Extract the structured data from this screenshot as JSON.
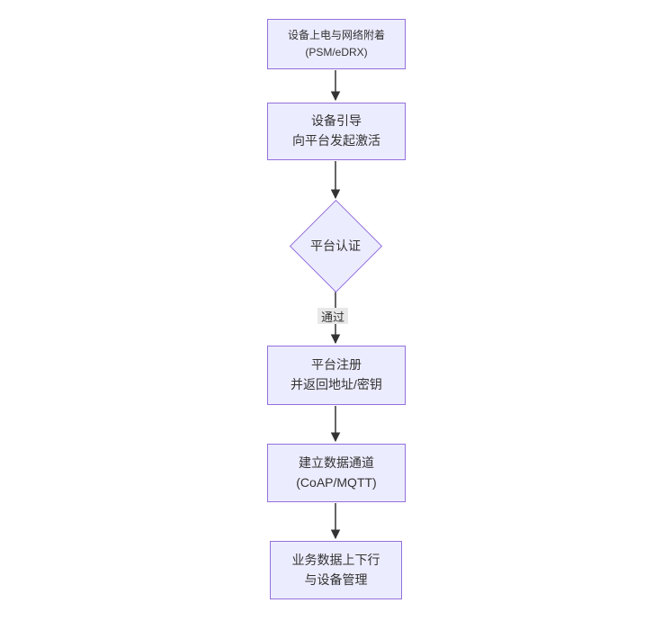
{
  "diagram": {
    "type": "flowchart",
    "direction": "top-down",
    "nodes": [
      {
        "id": "power-attach",
        "shape": "rect",
        "line1": "设备上电与网络附着",
        "line2": "(PSM/eDRX)"
      },
      {
        "id": "bootstrap",
        "shape": "rect",
        "line1": "设备引导",
        "line2": "向平台发起激活"
      },
      {
        "id": "platform-auth",
        "shape": "diamond",
        "line1": "平台认证",
        "line2": ""
      },
      {
        "id": "register",
        "shape": "rect",
        "line1": "平台注册",
        "line2": "并返回地址/密钥"
      },
      {
        "id": "data-channel",
        "shape": "rect",
        "line1": "建立数据通道",
        "line2": "(CoAP/MQTT)"
      },
      {
        "id": "business-data",
        "shape": "rect",
        "line1": "业务数据上下行",
        "line2": "与设备管理"
      }
    ],
    "edges": [
      {
        "from": "power-attach",
        "to": "bootstrap",
        "label": ""
      },
      {
        "from": "bootstrap",
        "to": "platform-auth",
        "label": ""
      },
      {
        "from": "platform-auth",
        "to": "register",
        "label": "通过"
      },
      {
        "from": "register",
        "to": "data-channel",
        "label": ""
      },
      {
        "from": "data-channel",
        "to": "business-data",
        "label": ""
      }
    ],
    "colors": {
      "node_fill": "#ECECFF",
      "node_border": "#9370DB",
      "arrow": "#333333",
      "edge_label_bg": "#e8e8e8",
      "text": "#333333",
      "background": "#ffffff"
    }
  }
}
